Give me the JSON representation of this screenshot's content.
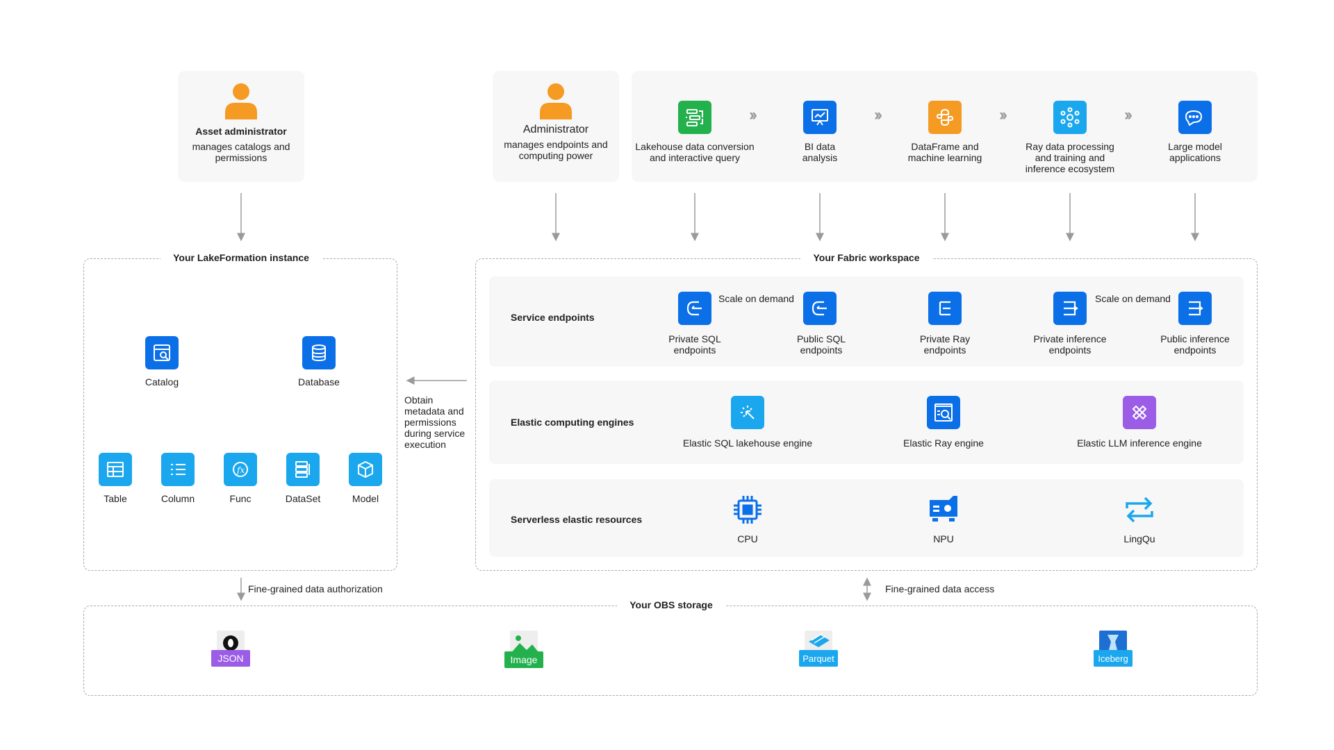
{
  "top": {
    "asset_admin": {
      "title": "Asset administrator",
      "desc_line1": "manages catalogs and",
      "desc_line2": "permissions"
    },
    "admin": {
      "title": "Administrator",
      "desc_line1": "manages endpoints and",
      "desc_line2": "computing power"
    },
    "scenarios": [
      {
        "line1": "Lakehouse data conversion",
        "line2": "and interactive query",
        "line3": "",
        "icon": "flow-icon",
        "color": "#22b14c"
      },
      {
        "line1": "BI data",
        "line2": "analysis",
        "line3": "",
        "icon": "presentation-chart-icon",
        "color": "#0b6fe8"
      },
      {
        "line1": "DataFrame and",
        "line2": "machine learning",
        "line3": "",
        "icon": "python-icon",
        "color": "#f59a23"
      },
      {
        "line1": "Ray data processing",
        "line2": "and training and",
        "line3": "inference ecosystem",
        "icon": "ray-network-icon",
        "color": "#1aa7ee"
      },
      {
        "line1": "Large model",
        "line2": "applications",
        "line3": "",
        "icon": "chat-icon",
        "color": "#0b6fe8"
      }
    ]
  },
  "lakeformation": {
    "title": "Your LakeFormation instance",
    "items_top": [
      {
        "label": "Catalog",
        "icon": "catalog-icon"
      },
      {
        "label": "Database",
        "icon": "database-icon"
      }
    ],
    "items_bottom": [
      {
        "label": "Table",
        "icon": "table-icon"
      },
      {
        "label": "Column",
        "icon": "column-icon"
      },
      {
        "label": "Func",
        "icon": "function-icon"
      },
      {
        "label": "DataSet",
        "icon": "dataset-icon"
      },
      {
        "label": "Model",
        "icon": "model-icon"
      }
    ]
  },
  "obtain_note": {
    "line1": "Obtain",
    "line2": "metadata and",
    "line3": "permissions",
    "line4": "during service",
    "line5": "execution"
  },
  "fabric": {
    "title": "Your Fabric workspace",
    "service_endpoints": {
      "label": "Service endpoints",
      "items": [
        {
          "line1": "Private SQL",
          "line2": "endpoints",
          "icon": "sql-endpoint-icon"
        },
        {
          "line1": "Public SQL",
          "line2": "endpoints",
          "icon": "sql-endpoint-icon"
        },
        {
          "line1": "Private Ray",
          "line2": "endpoints",
          "icon": "ray-endpoint-icon"
        },
        {
          "line1": "Private inference",
          "line2": "endpoints",
          "icon": "inference-endpoint-icon"
        },
        {
          "line1": "Public inference",
          "line2": "endpoints",
          "icon": "inference-endpoint-icon"
        }
      ],
      "scale_label_1": "Scale on demand",
      "scale_label_2": "Scale on demand"
    },
    "engines": {
      "label": "Elastic computing engines",
      "items": [
        {
          "label": "Elastic SQL lakehouse engine",
          "icon": "sql-engine-icon",
          "color": "#1aa7ee"
        },
        {
          "label": "Elastic Ray engine",
          "icon": "ray-engine-icon",
          "color": "#0b6fe8"
        },
        {
          "label": "Elastic LLM inference engine",
          "icon": "llm-engine-icon",
          "color": "#9b5ce6"
        }
      ]
    },
    "resources": {
      "label": "Serverless elastic resources",
      "items": [
        {
          "label": "CPU",
          "icon": "cpu-icon"
        },
        {
          "label": "NPU",
          "icon": "npu-icon"
        },
        {
          "label": "LingQu",
          "icon": "lingqu-icon"
        }
      ]
    }
  },
  "links": {
    "auth": "Fine-grained data authorization",
    "access": "Fine-grained data access"
  },
  "obs": {
    "title": "Your OBS storage",
    "formats": [
      {
        "label": "JSON",
        "icon": "json-file-icon",
        "color": "#9b5ce6"
      },
      {
        "label": "Image",
        "icon": "image-file-icon",
        "color": "#22b14c"
      },
      {
        "label": "Parquet",
        "icon": "parquet-file-icon",
        "color": "#1aa7ee"
      },
      {
        "label": "Iceberg",
        "icon": "iceberg-file-icon",
        "color": "#1aa7ee"
      }
    ]
  }
}
